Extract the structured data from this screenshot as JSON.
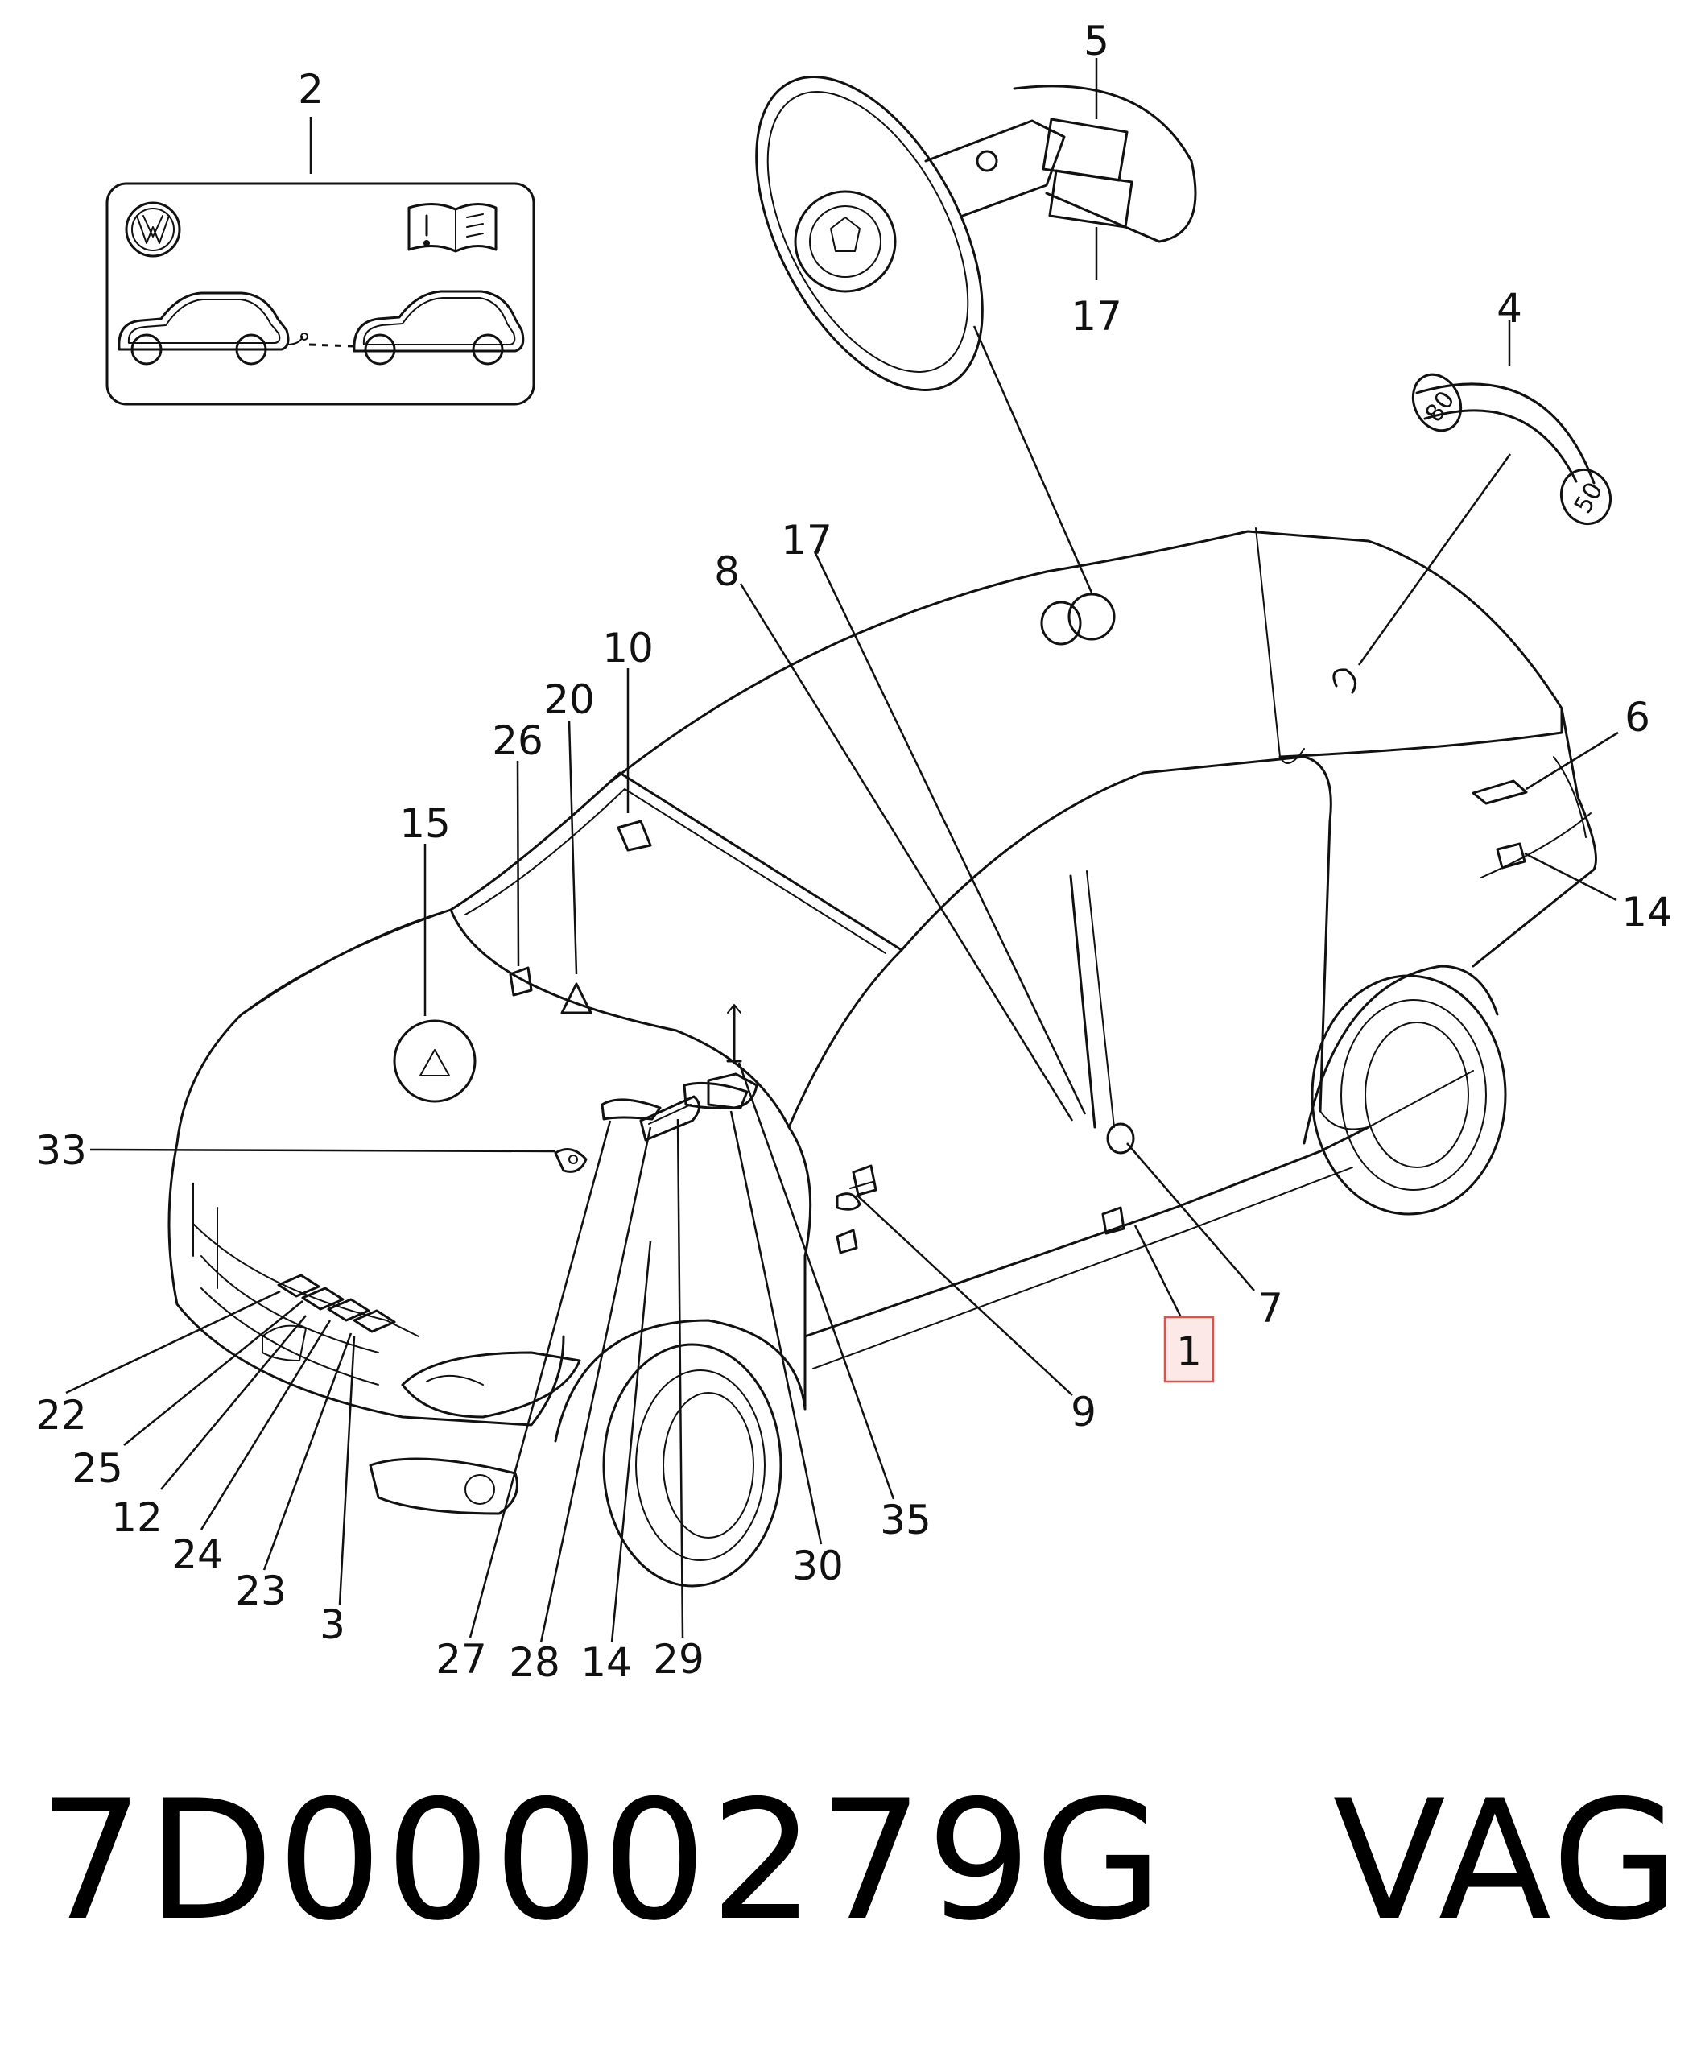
{
  "callouts": [
    {
      "id": "c2",
      "text": "2"
    },
    {
      "id": "c5",
      "text": "5"
    },
    {
      "id": "c17a",
      "text": "17"
    },
    {
      "id": "c4",
      "text": "4"
    },
    {
      "id": "c8",
      "text": "8"
    },
    {
      "id": "c17b",
      "text": "17"
    },
    {
      "id": "c10",
      "text": "10"
    },
    {
      "id": "c20",
      "text": "20"
    },
    {
      "id": "c26",
      "text": "26"
    },
    {
      "id": "c15",
      "text": "15"
    },
    {
      "id": "c6",
      "text": "6"
    },
    {
      "id": "c14a",
      "text": "14"
    },
    {
      "id": "c33",
      "text": "33"
    },
    {
      "id": "c7",
      "text": "7"
    },
    {
      "id": "c1",
      "text": "1",
      "highlighted": true
    },
    {
      "id": "c9",
      "text": "9"
    },
    {
      "id": "c22",
      "text": "22"
    },
    {
      "id": "c25",
      "text": "25"
    },
    {
      "id": "c12",
      "text": "12"
    },
    {
      "id": "c24",
      "text": "24"
    },
    {
      "id": "c23",
      "text": "23"
    },
    {
      "id": "c3",
      "text": "3"
    },
    {
      "id": "c27",
      "text": "27"
    },
    {
      "id": "c28",
      "text": "28"
    },
    {
      "id": "c14b",
      "text": "14"
    },
    {
      "id": "c29",
      "text": "29"
    },
    {
      "id": "c30",
      "text": "30"
    },
    {
      "id": "c35",
      "text": "35"
    }
  ],
  "tire_pressure_sticker": {
    "left_value": "80",
    "right_value": "50"
  },
  "icons": [
    "vw-logo-icon",
    "manual-warning-icon",
    "tow-cars-icon",
    "warning-triangle-icon"
  ],
  "colors": {
    "highlight_fill": "#fde8e8",
    "highlight_stroke": "#d9534f",
    "line": "#111111"
  },
  "footer": {
    "part_number": "7D0000279G",
    "brand": "VAG",
    "text": "7D0000279G   VAG"
  }
}
